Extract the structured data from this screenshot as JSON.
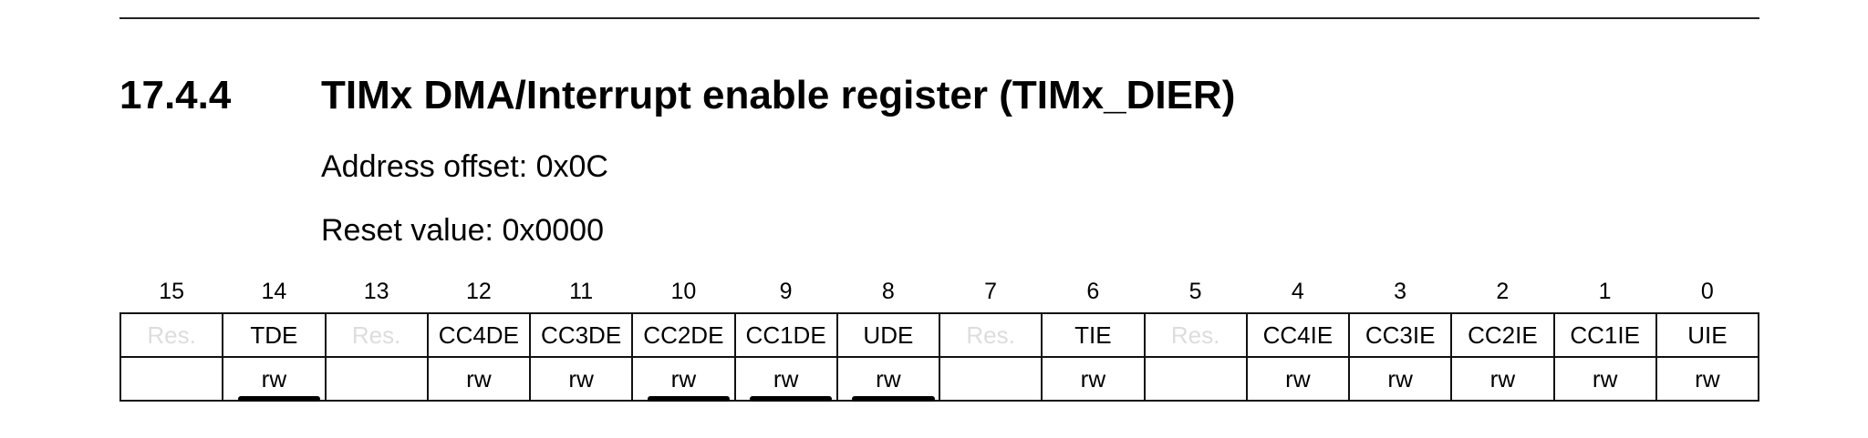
{
  "section": {
    "number": "17.4.4",
    "title": "TIMx DMA/Interrupt enable register (TIMx_DIER)"
  },
  "address_offset": "Address offset: 0x0C",
  "reset_value": "Reset value: 0x0000",
  "bits": [
    {
      "bit": "15",
      "name": "Res.",
      "access": "",
      "reserved": true
    },
    {
      "bit": "14",
      "name": "TDE",
      "access": "rw",
      "underlined": true
    },
    {
      "bit": "13",
      "name": "Res.",
      "access": "",
      "reserved": true
    },
    {
      "bit": "12",
      "name": "CC4DE",
      "access": "rw"
    },
    {
      "bit": "11",
      "name": "CC3DE",
      "access": "rw"
    },
    {
      "bit": "10",
      "name": "CC2DE",
      "access": "rw",
      "underlined": true
    },
    {
      "bit": "9",
      "name": "CC1DE",
      "access": "rw",
      "underlined": true
    },
    {
      "bit": "8",
      "name": "UDE",
      "access": "rw",
      "underlined": true
    },
    {
      "bit": "7",
      "name": "Res.",
      "access": "",
      "reserved": true
    },
    {
      "bit": "6",
      "name": "TIE",
      "access": "rw"
    },
    {
      "bit": "5",
      "name": "Res.",
      "access": "",
      "reserved": true
    },
    {
      "bit": "4",
      "name": "CC4IE",
      "access": "rw"
    },
    {
      "bit": "3",
      "name": "CC3IE",
      "access": "rw"
    },
    {
      "bit": "2",
      "name": "CC2IE",
      "access": "rw"
    },
    {
      "bit": "1",
      "name": "CC1IE",
      "access": "rw"
    },
    {
      "bit": "0",
      "name": "UIE",
      "access": "rw"
    }
  ]
}
